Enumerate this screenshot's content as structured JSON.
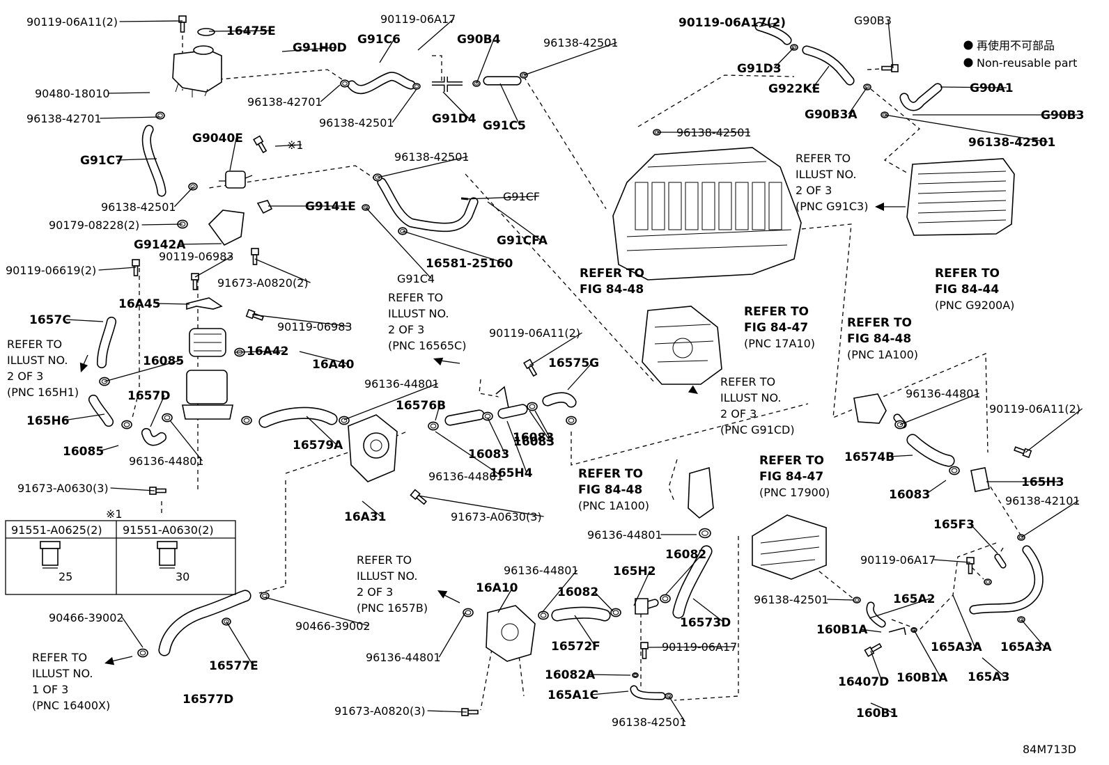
{
  "diagram_code": "84M713D",
  "legend": {
    "line1": "再使用不可部品",
    "line2": "Non-reusable part"
  },
  "note_table": {
    "mark": "※1",
    "col1": "91551-A0625(2)",
    "col2": "91551-A0630(2)",
    "len1": "25",
    "len2": "30"
  },
  "labels": [
    "90119-06A11(2)",
    "16475E",
    "G91H0D",
    "90480-18010",
    "96138-42701",
    "G91C7",
    "G9040E",
    "※1",
    "96138-42501",
    "90179-08228(2)",
    "G9142A",
    "G9141E",
    "90119-06983",
    "91673-A0820(2)",
    "90119-06619(2)",
    "16A45",
    "90119-06983",
    "1657C",
    "16085",
    "16A42",
    "16A40",
    "1657D",
    "165H6",
    "16085",
    "96136-44801",
    "91673-A0630(3)",
    "96138-42701",
    "G91C6",
    "90119-06A17",
    "G90B4",
    "96138-42501",
    "96138-42501",
    "G91D4",
    "G91C5",
    "96138-42501",
    "96138-42501",
    "G91CF",
    "G91CFA",
    "16581-25160",
    "G91C4",
    "90119-06A17(2)",
    "G90B3",
    "G91D3",
    "G922KE",
    "G90A1",
    "G90B3",
    "G90B3A",
    "96138-42501",
    "90119-06A11(2)",
    "16575G",
    "96136-44801",
    "16576B",
    "16083",
    "16579A",
    "96136-44801",
    "16083",
    "16083",
    "165H4",
    "16A31",
    "91673-A0630(3)",
    "96136-44801",
    "16574B",
    "90119-06A11(2)",
    "16083",
    "165H3",
    "96138-42101",
    "165F3",
    "90119-06A17",
    "96138-42501",
    "165A2",
    "160B1A",
    "165A3A",
    "165A3A",
    "16407D",
    "160B1A",
    "165A3",
    "160B1",
    "16082",
    "165H2",
    "16082",
    "96136-44801",
    "96136-44801",
    "16573D",
    "16A10",
    "16572F",
    "90119-06A17",
    "16082A",
    "165A1C",
    "96138-42501",
    "96136-44801",
    "91673-A0820(3)",
    "90466-39002",
    "90466-39002",
    "16577E",
    "16577D"
  ],
  "refs": [
    [
      "REFER TO",
      "ILLUST NO.",
      "2 OF 3",
      "(PNC 165H1)"
    ],
    [
      "REFER TO",
      "ILLUST NO.",
      "2 OF 3",
      "(PNC 16565C)"
    ],
    [
      "REFER TO",
      "FIG 84-48"
    ],
    [
      "REFER TO",
      "ILLUST NO.",
      "2 OF 3",
      "(PNC G91C3)"
    ],
    [
      "REFER TO",
      "FIG 84-44",
      "(PNC G9200A)"
    ],
    [
      "REFER TO",
      "FIG 84-47",
      "(PNC 17A10)"
    ],
    [
      "REFER TO",
      "ILLUST NO.",
      "2 OF 3",
      "(PNC G91CD)"
    ],
    [
      "REFER TO",
      "FIG 84-48",
      "(PNC 1A100)"
    ],
    [
      "REFER TO",
      "FIG 84-48",
      "(PNC 1A100)"
    ],
    [
      "REFER TO",
      "FIG 84-47",
      "(PNC 17900)"
    ],
    [
      "REFER TO",
      "ILLUST NO.",
      "2 OF 3",
      "(PNC 1657B)"
    ],
    [
      "REFER TO",
      "ILLUST NO.",
      "1 OF 3",
      "(PNC 16400X)"
    ]
  ]
}
